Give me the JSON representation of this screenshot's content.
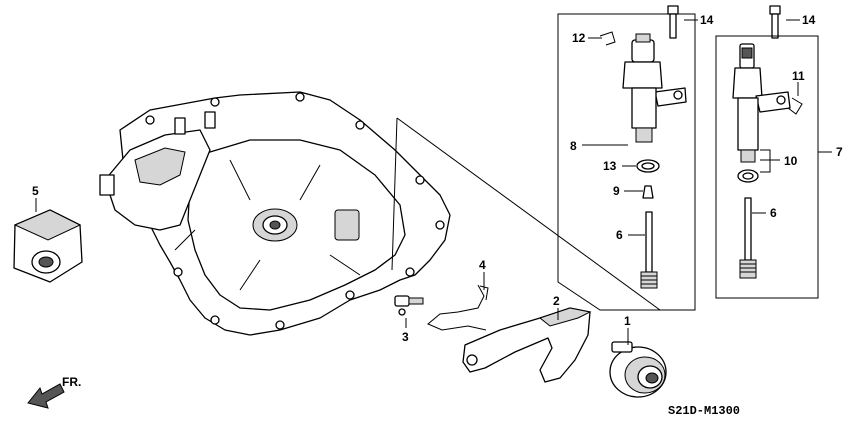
{
  "diagram": {
    "code": "S21D-M1300",
    "direction": "FR.",
    "callouts": [
      {
        "id": "c1",
        "text": "1"
      },
      {
        "id": "c2",
        "text": "2"
      },
      {
        "id": "c3",
        "text": "3"
      },
      {
        "id": "c4",
        "text": "4"
      },
      {
        "id": "c5",
        "text": "5"
      },
      {
        "id": "c6a",
        "text": "6"
      },
      {
        "id": "c6b",
        "text": "6"
      },
      {
        "id": "c7",
        "text": "7"
      },
      {
        "id": "c8",
        "text": "8"
      },
      {
        "id": "c9",
        "text": "9"
      },
      {
        "id": "c10",
        "text": "10"
      },
      {
        "id": "c11",
        "text": "11"
      },
      {
        "id": "c12",
        "text": "12"
      },
      {
        "id": "c13",
        "text": "13"
      },
      {
        "id": "c14a",
        "text": "14"
      },
      {
        "id": "c14b",
        "text": "14"
      }
    ]
  }
}
